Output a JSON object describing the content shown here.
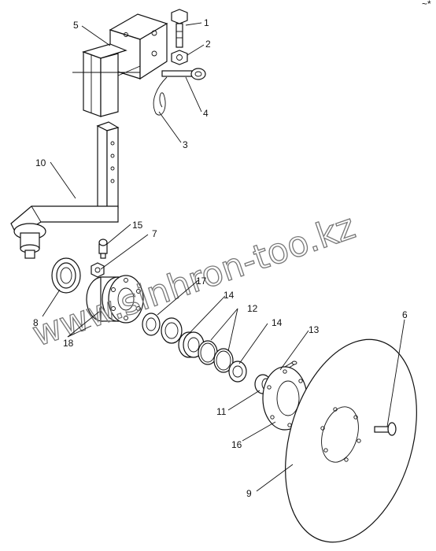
{
  "watermark": "www.sinhron-too.kz",
  "corner_mark": "~*",
  "callouts": [
    {
      "id": "c1",
      "text": "1"
    },
    {
      "id": "c2",
      "text": "2"
    },
    {
      "id": "c3",
      "text": "3"
    },
    {
      "id": "c4",
      "text": "4"
    },
    {
      "id": "c5",
      "text": "5"
    },
    {
      "id": "c6",
      "text": "6"
    },
    {
      "id": "c7",
      "text": "7"
    },
    {
      "id": "c8",
      "text": "8"
    },
    {
      "id": "c9",
      "text": "9"
    },
    {
      "id": "c10",
      "text": "10"
    },
    {
      "id": "c11",
      "text": "11"
    },
    {
      "id": "c12",
      "text": "12"
    },
    {
      "id": "c13",
      "text": "13"
    },
    {
      "id": "c14a",
      "text": "14"
    },
    {
      "id": "c14b",
      "text": "14"
    },
    {
      "id": "c15",
      "text": "15"
    },
    {
      "id": "c16",
      "text": "16"
    },
    {
      "id": "c17",
      "text": "17"
    },
    {
      "id": "c18",
      "text": "18"
    }
  ]
}
